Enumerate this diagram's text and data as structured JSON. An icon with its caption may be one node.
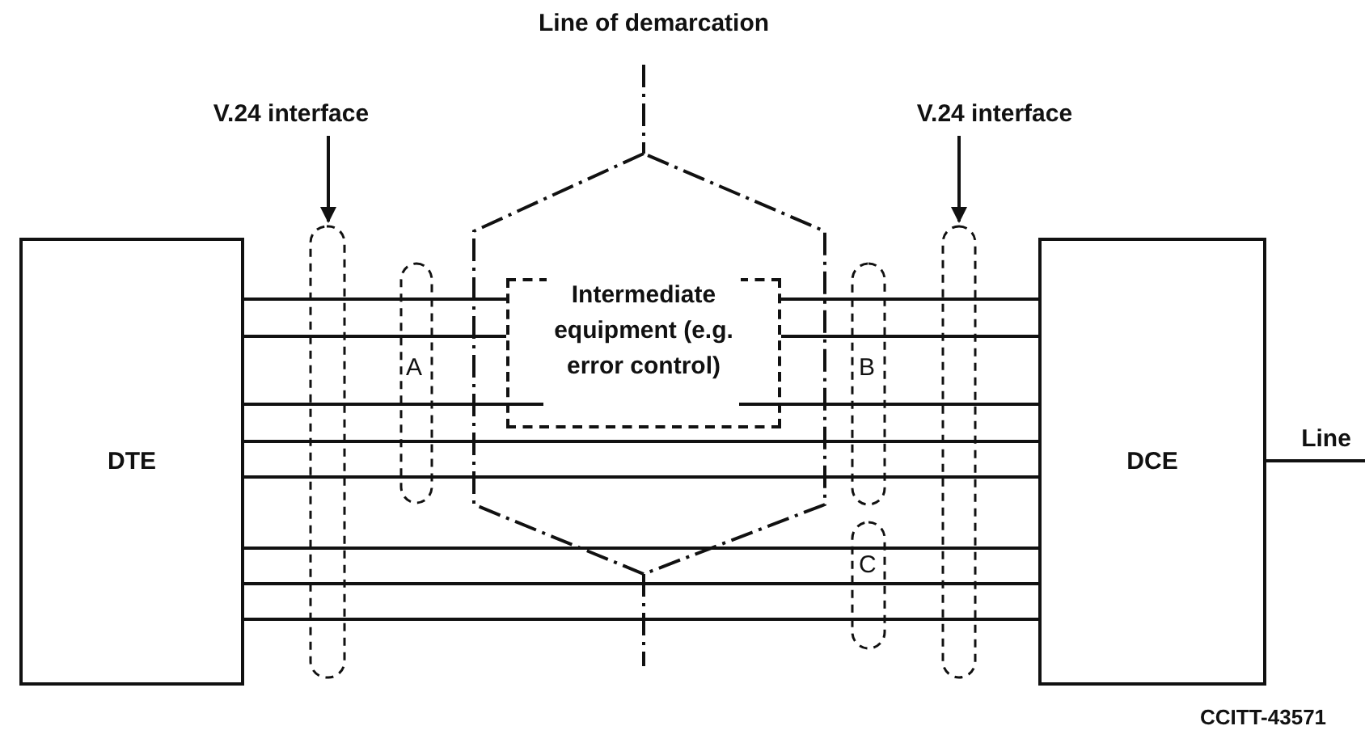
{
  "diagram": {
    "nodes": [
      {
        "text": [
          "V.24 interface"
        ]
      },
      {
        "text": [
          "V.24 interface"
        ]
      },
      {
        "text": [
          "DTE"
        ]
      },
      {
        "text": [
          "Intermediate equipment (e.g. error control)"
        ]
      },
      {
        "text": [
          "DCE"
        ]
      },
      {
        "text": [
          "Line"
        ]
      }
    ],
    "edges": [
      {
        "from": 2,
        "to": 3,
        "arrow": "none"
      },
      {
        "from": 2,
        "to": 3,
        "arrow": "none"
      },
      {
        "from": 2,
        "to": 3,
        "arrow": "none"
      },
      {
        "from": 2,
        "to": 4,
        "arrow": "none"
      },
      {
        "from": 2,
        "to": 4,
        "arrow": "none"
      },
      {
        "from": 3,
        "to": 4,
        "arrow": "none"
      },
      {
        "from": 3,
        "to": 4,
        "arrow": "none"
      },
      {
        "from": 3,
        "to": 4,
        "arrow": "none"
      },
      {
        "from": 2,
        "to": 4,
        "arrow": "none"
      },
      {
        "from": 2,
        "to": 4,
        "arrow": "none"
      },
      {
        "from": 2,
        "to": 4,
        "arrow": "none"
      },
      {
        "from": 4,
        "to": 5,
        "arrow": "none"
      },
      {
        "from": 0,
        "to": null,
        "arrow": "to"
      },
      {
        "from": 1,
        "to": null,
        "arrow": "to"
      }
    ],
    "labels": [
      "Line of demarcation",
      "A",
      "B",
      "C",
      "CCITT-43571"
    ]
  }
}
